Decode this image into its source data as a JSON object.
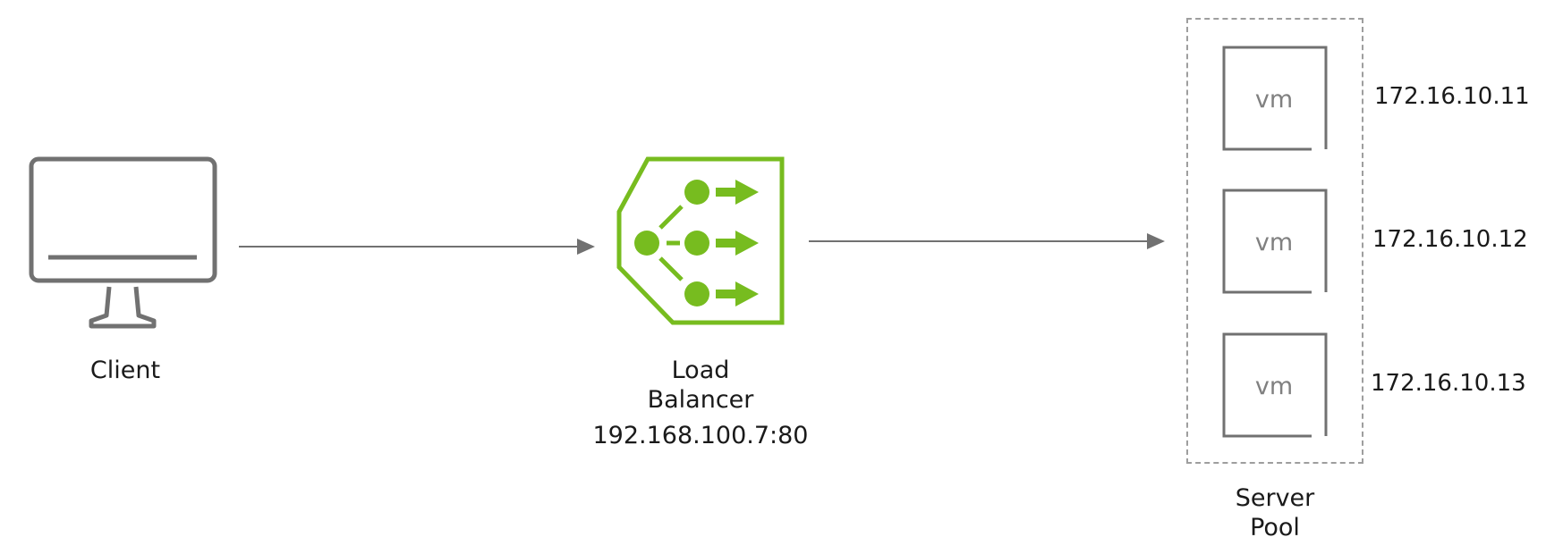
{
  "client": {
    "icon": "monitor-icon",
    "label": "Client"
  },
  "load_balancer": {
    "icon": "load-balancer-icon",
    "label_line1": "Load",
    "label_line2": "Balancer",
    "address": "192.168.100.7:80",
    "color": "#77bc1f"
  },
  "server_pool": {
    "label_line1": "Server",
    "label_line2": "Pool",
    "vms": [
      {
        "text": "vm",
        "ip": "172.16.10.11"
      },
      {
        "text": "vm",
        "ip": "172.16.10.12"
      },
      {
        "text": "vm",
        "ip": "172.16.10.13"
      }
    ]
  },
  "colors": {
    "icon_gray": "#717171",
    "arrow_gray": "#717171",
    "dash_gray": "#9e9e9e"
  }
}
